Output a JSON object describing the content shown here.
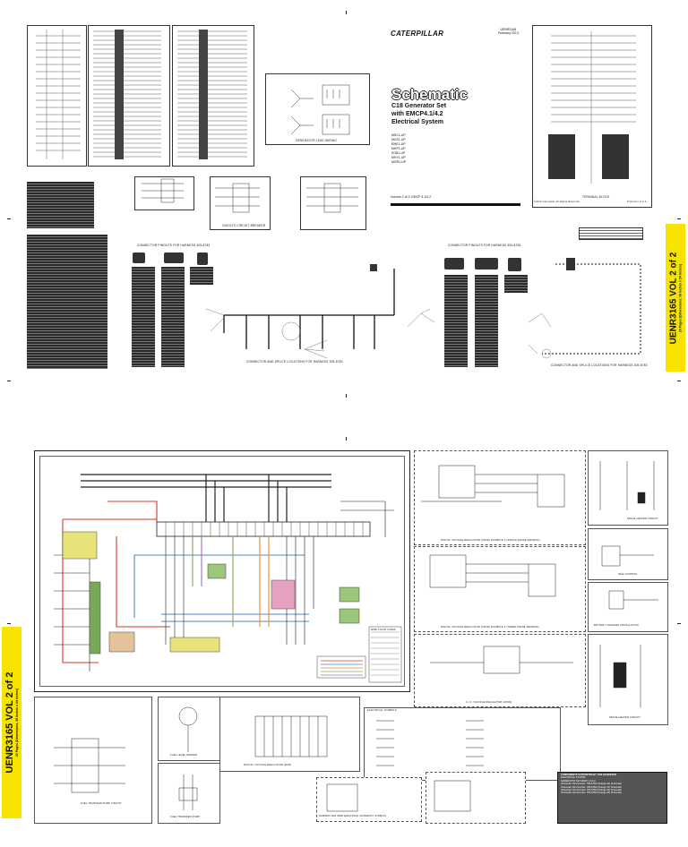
{
  "document": {
    "brand": "CATERPILLAR",
    "doc_number": "UENR3165",
    "doc_date": "February 2013",
    "title": "Schematic",
    "subtitle_lines": [
      "C18 Generator Set",
      "with EMCP4.1/4.2",
      "Electrical System"
    ],
    "serials": [
      "MSC1-UP",
      "MCE1-UP",
      "EME1-UP",
      "MHP1-UP",
      "SGB1-UP",
      "MHY1-UP",
      "MGR1-UP"
    ],
    "volume_line": "Volume 2 of 2: EMCP 4.1/4.2",
    "copyright": "©2013 Caterpillar All Rights Reserved",
    "printed": "Printed in U.S.A."
  },
  "volume_bands": {
    "label": "UENR3165 VOL 2 of 2",
    "sub": "20 Pages (Dimensions: 39 inches x 24 inches)"
  },
  "captions": {
    "generator_lead_wiring": "GENERATOR LEAD WIRING",
    "terminal_block": "TERMINAL BLOCK",
    "circuit_breaker": "24VOLTS CIRCUIT BREAKER",
    "connector_pinouts_left": "CONNECTOR PINOUTS FOR HARNESS 305-8783",
    "connector_pinouts_right": "CONNECTOR PINOUTS FOR HARNESS 305-8783",
    "connector_locations_left": "CONNECTOR AND SPLICE LOCATIONS FOR HARNESS 305-8783",
    "connector_locations_right": "CONNECTOR AND SPLICE LOCATIONS FOR HARNESS 305-8783",
    "avr_1": "DIGITAL VOLTAGE REGULATOR (CDVR) EXAMPLE 1 (SINGLE PHASE SENSING)",
    "avr_2": "DIGITAL VOLTAGE REGULATOR (CDVR) EXAMPLE 2 (THREE PHASE SENSING)",
    "avr_3": "C.I.V. VOLTAGE REGULATOR (CDVR)",
    "space_heater": "SPACE HEATER CIRCUIT",
    "idle_control": "IDLE CONTROL",
    "battery_charger": "BATTERY CHARGER INSTALLATION",
    "space_heater_2": "SPACE HEATER CIRCUIT",
    "fuel_transfer": "FUEL TRANSFER PUMP CIRCUIT",
    "fuel_level": "FUEL LEVEL SENDER",
    "fuel_transfer_2": "FUEL TRANSFER PUMP",
    "dvr": "DIGITAL VOLTAGE REGULATOR (DVR)",
    "symbols": "ELECTRICAL SYMBOLS",
    "harness_legend": "HARNESS AND WIRE ELECTRICAL SCHEMATIC SYMBOLS",
    "wire_legend": "WIRE COLOR CODES"
  },
  "parts_block": {
    "heading": "COMPONENTS SUPPORTED BY THIS SCHEMATIC",
    "lines": [
      "ELECTRICAL SYSTEM",
      "GENERATOR SET EMCP 4.1/4.2",
      "Schematic Part Number: 305-8783 (Change 00) Schematic",
      "Schematic Part Number: 305-8783 (Change 01) Schematic",
      "Schematic Part Number: 305-8783 (Change 02) Schematic",
      "Schematic Part Number: 305-8783 (Change 03) Schematic"
    ]
  },
  "colors": {
    "band": "#f6e400",
    "wire_red": "#d63a2a",
    "wire_blue": "#4f86c6",
    "wire_orange": "#e58a2e",
    "wire_green": "#7aa85a",
    "wire_purple": "#a070b8",
    "module_yellow": "#e8e27a",
    "module_green": "#9ac77a",
    "module_pink": "#e6a0c0",
    "module_tan": "#e3c49a"
  }
}
